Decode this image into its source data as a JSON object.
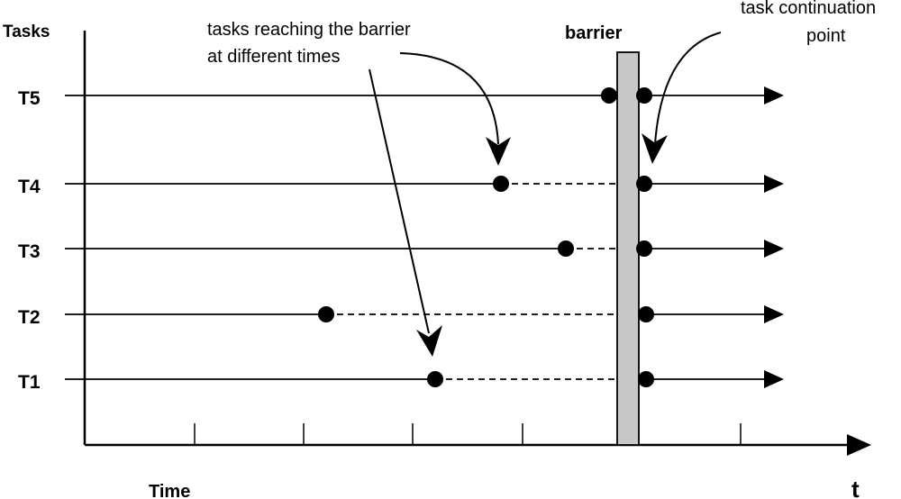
{
  "labels": {
    "y_axis_title": "Tasks",
    "x_axis_title": "Time",
    "t_label": "t",
    "barrier": "barrier",
    "annotation_left_line1": "tasks reaching the barrier",
    "annotation_left_line2": "at different times",
    "annotation_right_line1": "task continuation",
    "annotation_right_line2": "point"
  },
  "tasks": [
    {
      "label": "T5"
    },
    {
      "label": "T4"
    },
    {
      "label": "T3"
    },
    {
      "label": "T2"
    },
    {
      "label": "T1"
    }
  ],
  "colors": {
    "line": "#000000",
    "barrier_fill": "#c8c8c8",
    "barrier_stroke": "#000000",
    "background": "#ffffff"
  }
}
